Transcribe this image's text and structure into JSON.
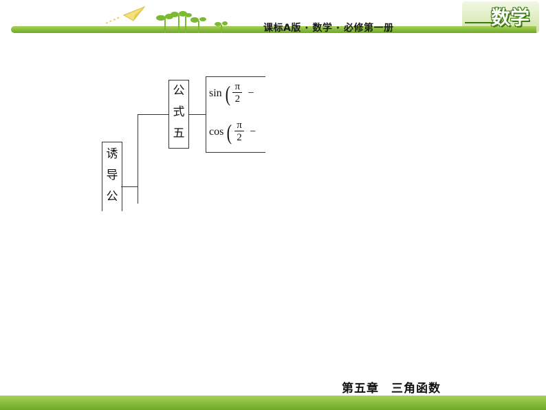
{
  "header": {
    "title": "课标A版 · 数学 · 必修第一册",
    "brand": "数学"
  },
  "diagram": {
    "root_label": [
      "诱",
      "导",
      "公"
    ],
    "branch_label": [
      "公",
      "式",
      "五"
    ],
    "formulas": [
      {
        "fn": "sin",
        "paren": "(",
        "numerator": "π",
        "denominator": "2",
        "op": "−"
      },
      {
        "fn": "cos",
        "paren": "(",
        "numerator": "π",
        "denominator": "2",
        "op": "−"
      }
    ]
  },
  "footer": {
    "chapter": "第五章　三角函数"
  },
  "colors": {
    "accent_green": "#8cc63f",
    "dark_green": "#3d7a12"
  }
}
